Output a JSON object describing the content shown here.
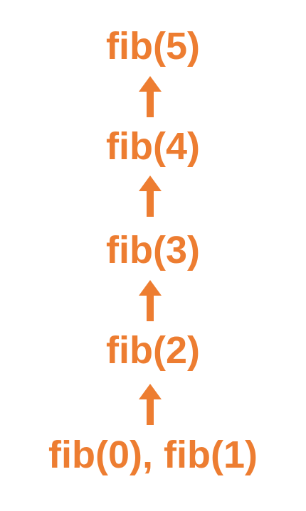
{
  "diagram": {
    "nodes": [
      {
        "id": "fib5",
        "label": "fib(5)"
      },
      {
        "id": "fib4",
        "label": "fib(4)"
      },
      {
        "id": "fib3",
        "label": "fib(3)"
      },
      {
        "id": "fib2",
        "label": "fib(2)"
      },
      {
        "id": "base",
        "label": "fib(0), fib(1)"
      }
    ],
    "edges": [
      {
        "from": "fib4",
        "to": "fib5",
        "direction": "up"
      },
      {
        "from": "fib3",
        "to": "fib4",
        "direction": "up"
      },
      {
        "from": "fib2",
        "to": "fib3",
        "direction": "up"
      },
      {
        "from": "base",
        "to": "fib2",
        "direction": "up"
      }
    ]
  },
  "colors": {
    "accent": "#ED7D31",
    "background": "#FFFFFF"
  },
  "icons": {
    "arrow": "arrow-up-icon"
  }
}
